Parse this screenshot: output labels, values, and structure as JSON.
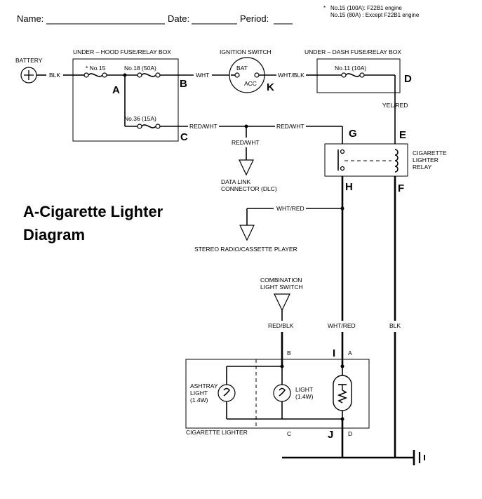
{
  "header": {
    "name_label": "Name:",
    "date_label": "Date:",
    "period_label": "Period:",
    "note_line1": "No.15 (100A): F22B1 engine",
    "note_line2": "No.15 (80A)  : Except F22B1 engine",
    "note_star": "*"
  },
  "title": {
    "line1": "A-Cigarette Lighter",
    "line2": "Diagram"
  },
  "components": {
    "battery": "BATTERY",
    "hood_box": "UNDER – HOOD FUSE/RELAY BOX",
    "fuse15": "* No.15",
    "fuse18": "No.18 (50A)",
    "fuse36": "No.36 (15A)",
    "ignition": "IGNITION SWITCH",
    "bat": "BAT",
    "acc": "ACC",
    "dash_box": "UNDER – DASH FUSE/RELAY BOX",
    "fuse11": "No.11 (10A)",
    "relay_line1": "CIGARETTE",
    "relay_line2": "LIGHTER",
    "relay_line3": "RELAY",
    "dlc_line1": "DATA LINK",
    "dlc_line2": "CONNECTOR (DLC)",
    "stereo": "STEREO RADIO/CASSETTE PLAYER",
    "combo_line1": "COMBINATION",
    "combo_line2": "LIGHT SWITCH",
    "ashtray_line1": "ASHTRAY",
    "ashtray_line2": "LIGHT",
    "ashtray_line3": "(1.4W)",
    "light_line1": "LIGHT",
    "light_line2": "(1.4W)",
    "lighter": "CIGARETTE LIGHTER"
  },
  "wires": {
    "blk_batt": "BLK",
    "wht": "WHT",
    "wht_blk": "WHT/BLK",
    "yel_red": "YEL/RED",
    "red_wht_1": "RED/WHT",
    "red_wht_2": "RED/WHT",
    "red_wht_3": "RED/WHT",
    "wht_red_1": "WHT/RED",
    "red_blk": "RED/BLK",
    "wht_red_2": "WHT/RED",
    "blk_ground": "BLK"
  },
  "pins": {
    "a": "A",
    "b": "B",
    "c": "C",
    "d": "D"
  },
  "points": {
    "A": "A",
    "B": "B",
    "C": "C",
    "D": "D",
    "E": "E",
    "F": "F",
    "G": "G",
    "H": "H",
    "I": "I",
    "J": "J",
    "K": "K"
  }
}
